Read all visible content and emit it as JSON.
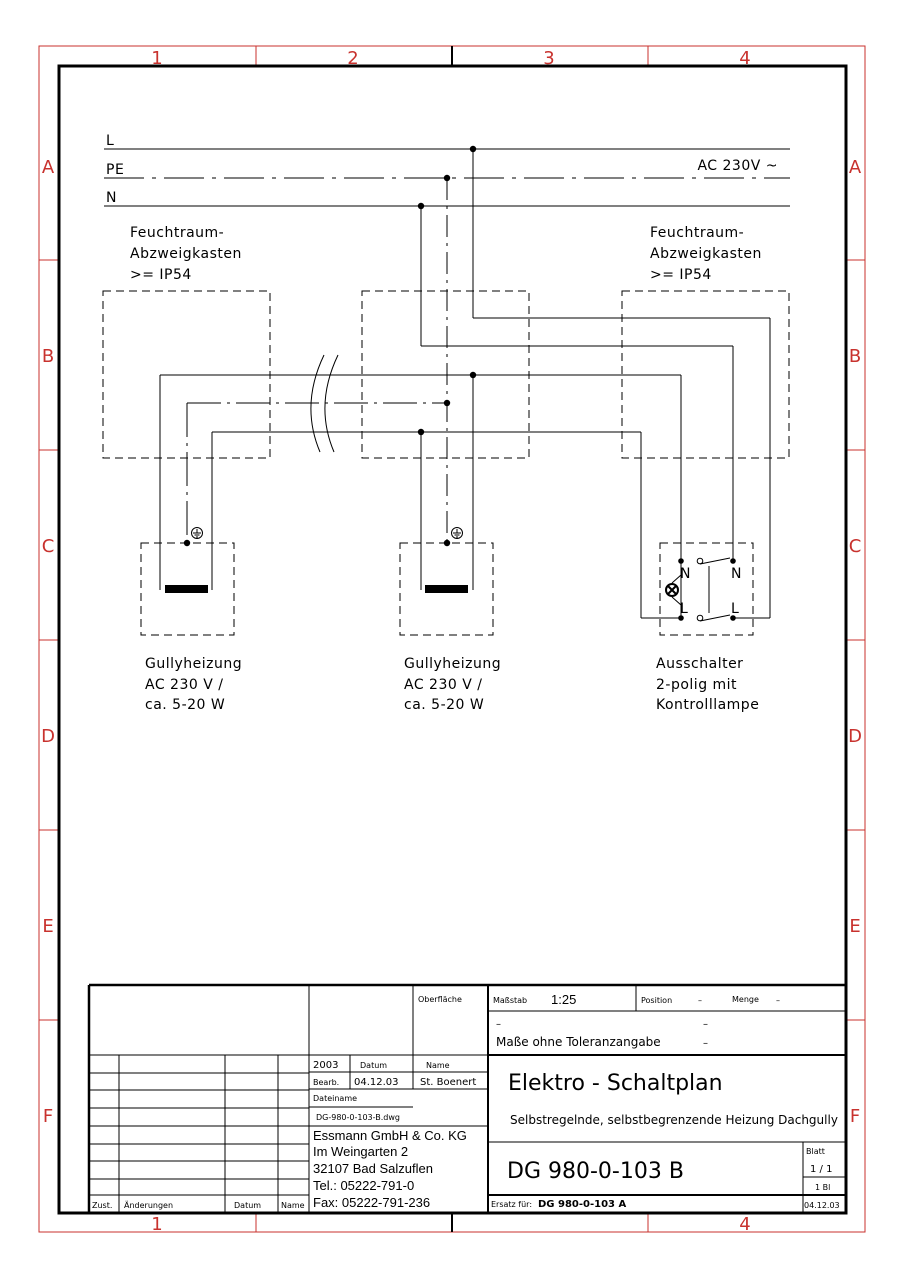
{
  "frame": {
    "columns": [
      "1",
      "2",
      "3",
      "4"
    ],
    "rows": [
      "A",
      "B",
      "C",
      "D",
      "E",
      "F"
    ]
  },
  "bus": {
    "l": "L",
    "pe": "PE",
    "n": "N",
    "voltage": "AC 230V ~"
  },
  "boxes": {
    "left_line1": "Feuchtraum-",
    "left_line2": "Abzweigkasten",
    "left_line3": ">= IP54",
    "right_line1": "Feuchtraum-",
    "right_line2": "Abzweigkasten",
    "right_line3": ">= IP54"
  },
  "devices": {
    "heater1_line1": "Gullyheizung",
    "heater1_line2": "AC 230 V /",
    "heater1_line3": "ca. 5-20 W",
    "heater2_line1": "Gullyheizung",
    "heater2_line2": "AC 230 V /",
    "heater2_line3": "ca. 5-20 W",
    "switch_line1": "Ausschalter",
    "switch_line2": "2-polig mit",
    "switch_line3": "Kontrolllampe",
    "switch_n_left": "N",
    "switch_n_right": "N",
    "switch_l_left": "L",
    "switch_l_right": "L"
  },
  "titleblock": {
    "oberflaeche": "Oberfläche",
    "massstab_label": "Maßstab",
    "massstab": "1:25",
    "position_label": "Position",
    "position": "–",
    "menge_label": "Menge",
    "menge": "–",
    "tol_dash1": "–",
    "tol_dash2": "–",
    "tol_dash3": "–",
    "toleranz": "Maße ohne Toleranzangabe",
    "year": "2003",
    "datum_label": "Datum",
    "name_label": "Name",
    "bearb_label": "Bearb.",
    "bearb_date": "04.12.03",
    "bearb_name": "St. Boenert",
    "dateiname_label": "Dateiname",
    "dateiname": "DG-980-0-103-B.dwg",
    "company1": "Essmann GmbH & Co. KG",
    "company2": "Im Weingarten 2",
    "company3": "32107 Bad Salzuflen",
    "company4": "Tel.:  05222-791-0",
    "company5": "Fax:  05222-791-236",
    "title": "Elektro - Schaltplan",
    "subtitle": "Selbstregelnde, selbstbegrenzende Heizung  Dachgully",
    "drawing_no": "DG 980-0-103 B",
    "blatt_label": "Blatt",
    "blatt": "1 / 1",
    "bl": "1  Bl",
    "ersatz_label": "Ersatz für:",
    "ersatz": "DG 980-0-103 A",
    "date_bottom": "04.12.03",
    "zust": "Zust.",
    "aenderungen": "Änderungen",
    "datum2": "Datum",
    "name2": "Name"
  }
}
